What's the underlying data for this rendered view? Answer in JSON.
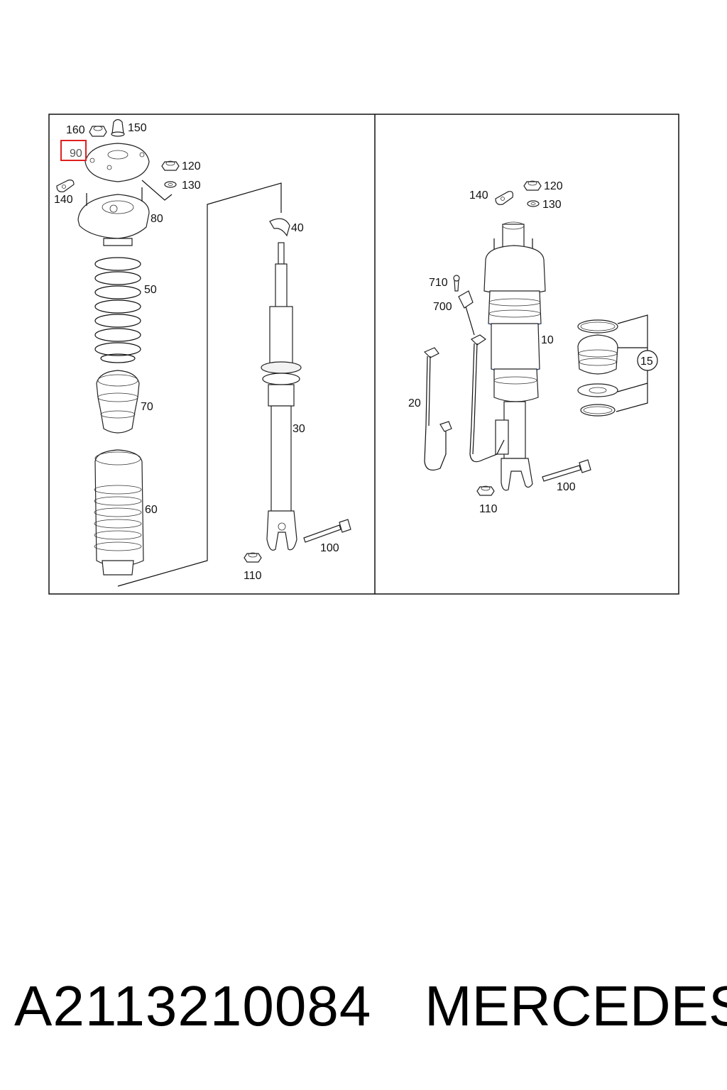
{
  "left_panel": {
    "callouts": [
      {
        "id": "c160",
        "text": "160"
      },
      {
        "id": "c150",
        "text": "150"
      },
      {
        "id": "c90",
        "text": "90",
        "highlighted": true
      },
      {
        "id": "c120",
        "text": "120"
      },
      {
        "id": "c130",
        "text": "130"
      },
      {
        "id": "c140",
        "text": "140"
      },
      {
        "id": "c80",
        "text": "80"
      },
      {
        "id": "c40",
        "text": "40"
      },
      {
        "id": "c50",
        "text": "50"
      },
      {
        "id": "c70",
        "text": "70"
      },
      {
        "id": "c30",
        "text": "30"
      },
      {
        "id": "c60",
        "text": "60"
      },
      {
        "id": "c100",
        "text": "100"
      },
      {
        "id": "c110",
        "text": "110"
      }
    ]
  },
  "right_panel": {
    "callouts": [
      {
        "id": "r140",
        "text": "140"
      },
      {
        "id": "r120",
        "text": "120"
      },
      {
        "id": "r130",
        "text": "130"
      },
      {
        "id": "r710",
        "text": "710"
      },
      {
        "id": "r700",
        "text": "700"
      },
      {
        "id": "r10",
        "text": "10"
      },
      {
        "id": "r15",
        "text": "15"
      },
      {
        "id": "r20",
        "text": "20"
      },
      {
        "id": "r100",
        "text": "100"
      },
      {
        "id": "r110",
        "text": "110"
      }
    ]
  },
  "highlight_color": "#e02020",
  "caption": {
    "part_number": "A2113210084",
    "brand": "MERCEDES"
  }
}
